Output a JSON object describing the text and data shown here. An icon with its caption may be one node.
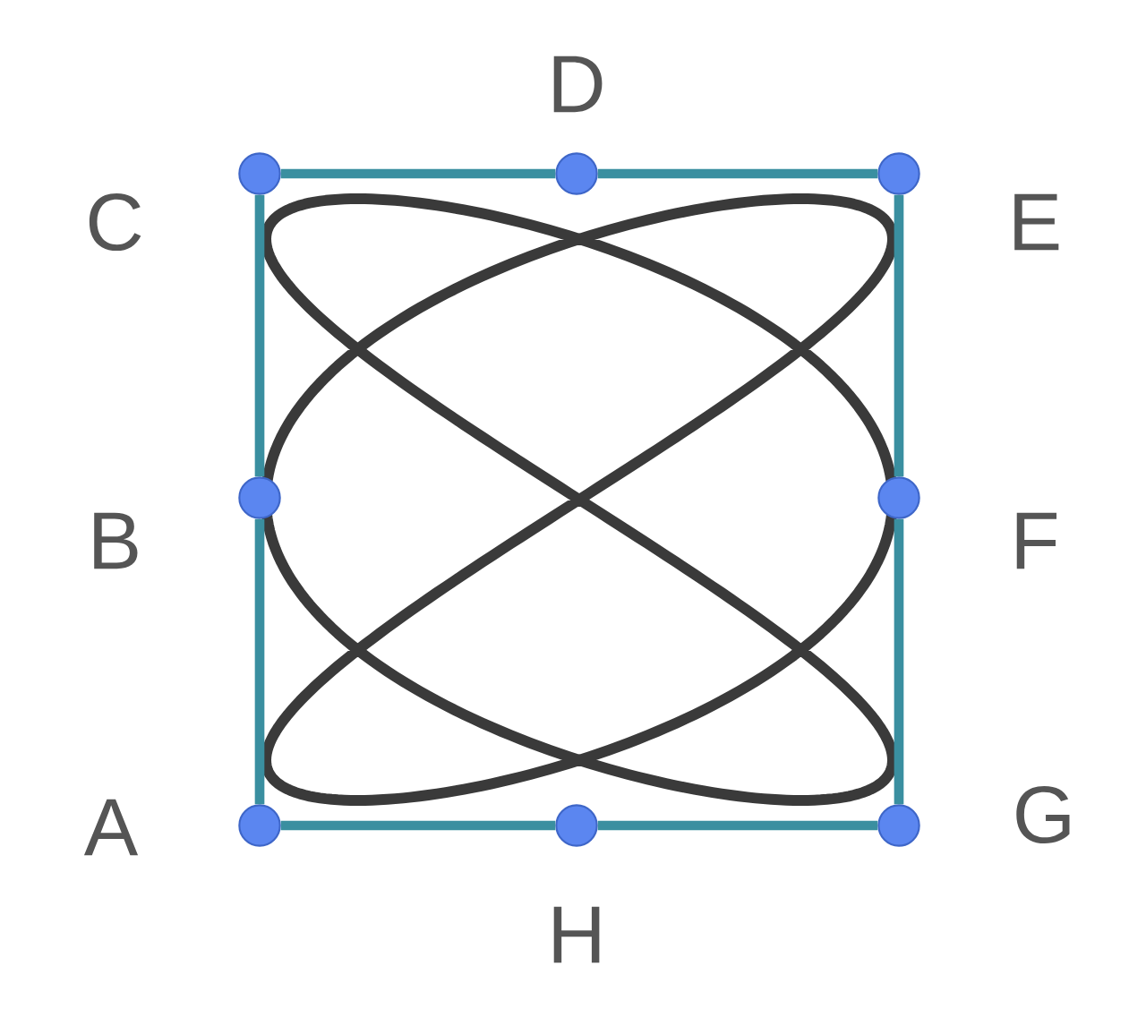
{
  "diagram": {
    "nodes": [
      {
        "text": [],
        "shape": "circle",
        "beside": [
          "D"
        ]
      },
      {
        "text": [],
        "shape": "circle",
        "beside": [
          "C"
        ]
      },
      {
        "text": [],
        "shape": "circle",
        "beside": [
          "E"
        ]
      },
      {
        "text": [],
        "shape": "circle",
        "beside": [
          "B"
        ]
      },
      {
        "text": [],
        "shape": "circle",
        "beside": [
          "F"
        ]
      },
      {
        "text": [],
        "shape": "circle",
        "beside": [
          "A"
        ]
      },
      {
        "text": [],
        "shape": "circle",
        "beside": [
          "G"
        ]
      },
      {
        "text": [],
        "shape": "circle",
        "beside": [
          "H"
        ]
      }
    ],
    "edges": [
      {
        "from": 5,
        "to": 7,
        "arrow": "none"
      },
      {
        "from": 7,
        "to": 6,
        "arrow": "none"
      },
      {
        "from": 6,
        "to": 4,
        "arrow": "none"
      },
      {
        "from": 4,
        "to": 2,
        "arrow": "none"
      },
      {
        "from": 2,
        "to": 0,
        "arrow": "none"
      },
      {
        "from": 0,
        "to": 1,
        "arrow": "none"
      },
      {
        "from": 1,
        "to": 3,
        "arrow": "none"
      },
      {
        "from": 3,
        "to": 5,
        "arrow": "none"
      }
    ]
  }
}
